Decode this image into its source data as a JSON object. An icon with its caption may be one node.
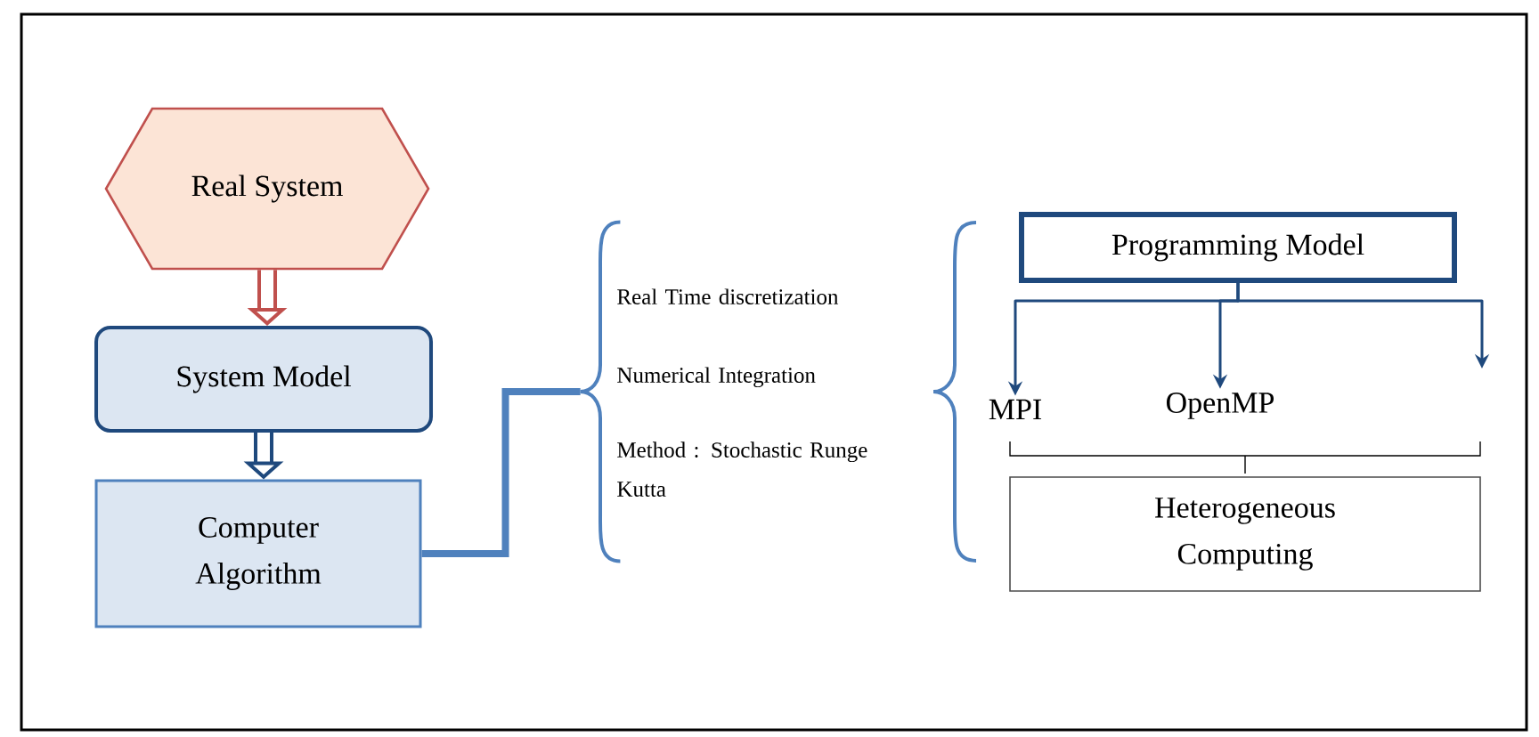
{
  "diagram": {
    "nodes": [
      {
        "text": [
          "Real System"
        ]
      },
      {
        "text": [
          "System Model"
        ]
      },
      {
        "text": [
          "Computer Algorithm"
        ]
      },
      {
        "text": [
          "Programming Model"
        ]
      },
      {
        "text": [
          "MPI"
        ]
      },
      {
        "text": [
          "OpenMP"
        ]
      },
      {
        "text": [
          "Heterogeneous Computing"
        ]
      },
      {
        "text": [],
        "shape": "brace"
      }
    ],
    "edges": [
      {
        "from": 0,
        "to": 1,
        "arrow": "to",
        "style": "thick",
        "color": "#c0504d"
      },
      {
        "from": 1,
        "to": 2,
        "arrow": "to",
        "style": "thick"
      },
      {
        "from": 2,
        "to": 7,
        "arrow": "none",
        "style": "thick",
        "color": "#4f81bd"
      },
      {
        "from": 3,
        "to": 4,
        "arrow": "to"
      },
      {
        "from": 3,
        "to": 5,
        "arrow": "to"
      },
      {
        "from": 3,
        "to": null,
        "arrow": "to"
      }
    ],
    "labels": [
      "Real Time discretization",
      "Numerical Integration",
      "Method : Stochastic Runge Kutta"
    ]
  }
}
